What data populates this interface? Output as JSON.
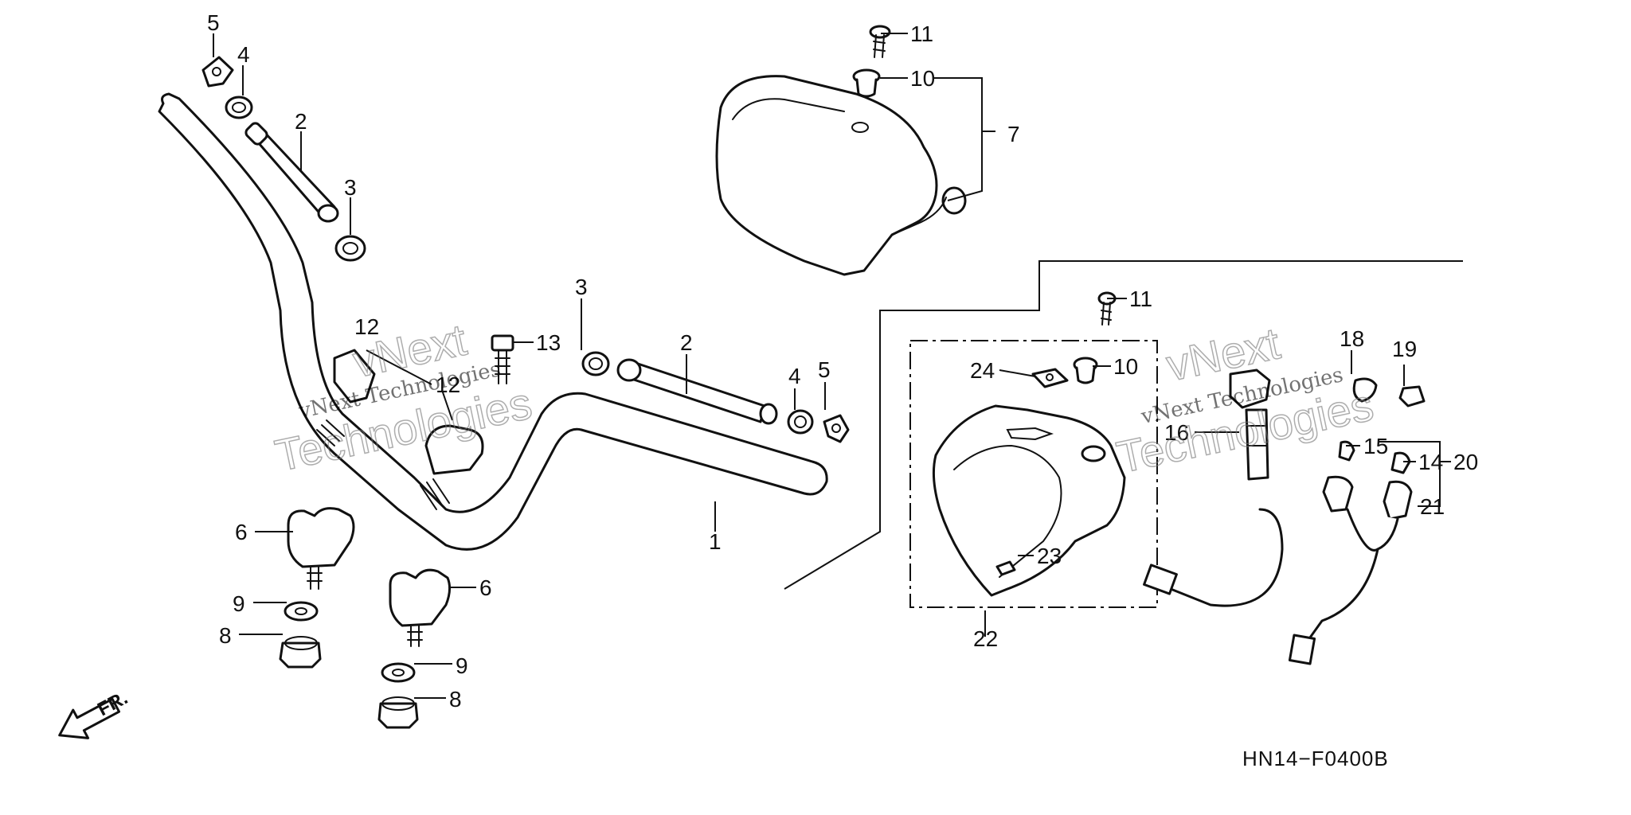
{
  "diagram": {
    "drawing_code": "HN14−F0400B",
    "front_label": "FR.",
    "watermark": {
      "line1": "vNext Technologies",
      "line2_a": "vNext",
      "line2_b": "Technologies"
    },
    "callouts": {
      "c1": "1",
      "c2": "2",
      "c3": "3",
      "c4": "4",
      "c5": "5",
      "c6": "6",
      "c7": "7",
      "c8": "8",
      "c9": "9",
      "c10": "10",
      "c11": "11",
      "c12": "12",
      "c13": "13",
      "c14": "14",
      "c15": "15",
      "c16": "16",
      "c18": "18",
      "c19": "19",
      "c20": "20",
      "c21": "21",
      "c22": "22",
      "c23": "23",
      "c24": "24"
    }
  }
}
